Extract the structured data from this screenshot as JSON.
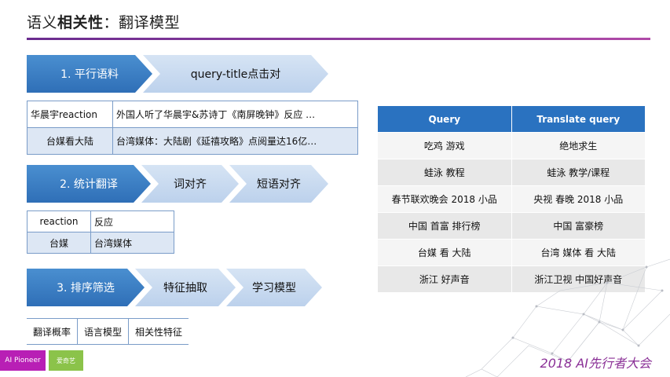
{
  "title": {
    "prefix": "语义",
    "bold": "相关性",
    "suffix": "：翻译模型"
  },
  "step1": {
    "label": "1. 平行语料",
    "next": "query-title点击对"
  },
  "corpus_rows": [
    {
      "left": "华晨宇reaction",
      "right": "外国人听了华晨宇&苏诗丁《南屏晚钟》反应 …"
    },
    {
      "left": "台媒看大陆",
      "right": "台湾媒体：大陆剧《延禧攻略》点阅量达16亿…"
    }
  ],
  "step2": {
    "label": "2. 统计翻译",
    "mid": "词对齐",
    "last": "短语对齐"
  },
  "align_rows": [
    {
      "left": "reaction",
      "right": "反应"
    },
    {
      "left": "台媒",
      "right": "台湾媒体"
    }
  ],
  "step3": {
    "label": "3. 排序筛选",
    "mid": "特征抽取",
    "last": "学习模型"
  },
  "feature_tags": [
    "翻译概率",
    "语言模型",
    "相关性特征"
  ],
  "query_table": {
    "headers": [
      "Query",
      "Translate query"
    ],
    "rows": [
      [
        "吃鸡 游戏",
        "绝地求生"
      ],
      [
        "蛙泳 教程",
        "蛙泳 教学/课程"
      ],
      [
        "春节联欢晚会 2018 小品",
        "央视 春晚 2018 小品"
      ],
      [
        "中国 首富 排行榜",
        "中国 富豪榜"
      ],
      [
        "台媒 看 大陆",
        "台湾 媒体 看 大陆"
      ],
      [
        "浙江 好声音",
        "浙江卫视 中国好声音"
      ]
    ]
  },
  "footer": {
    "logo_left": "AI Pioneer",
    "logo_right": "爱奇艺",
    "event": "2018 AI先行者大会"
  },
  "colors": {
    "accent": "#2f6fb7",
    "brand": "#8a2f96"
  }
}
